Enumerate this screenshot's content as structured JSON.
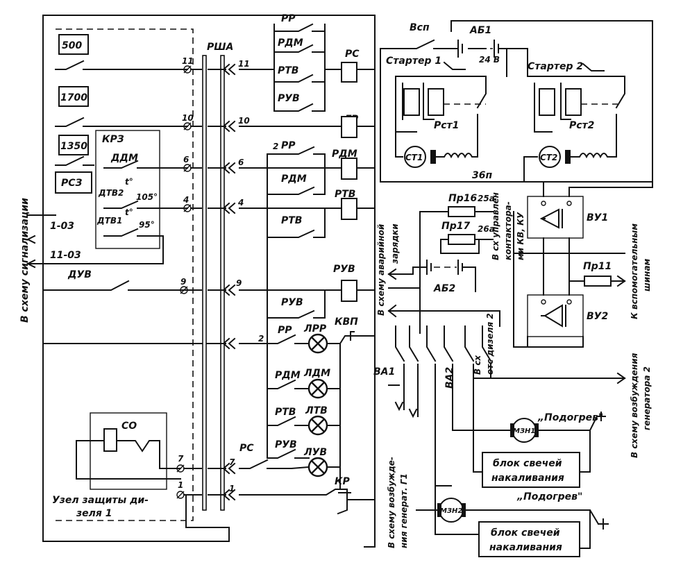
{
  "labels": {
    "s500": "500",
    "s1700": "1700",
    "s1350": "1350",
    "rsz": "РСЗ",
    "krz": "КРЗ",
    "ddm": "ДДМ",
    "dtv2": "ДТВ2",
    "dtv1": "ДТВ1",
    "t1": "t°",
    "t2": "t°",
    "deg105": "105°",
    "deg95": "95°",
    "w103": "1-03",
    "w1103": "11-03",
    "duv": "ДУВ",
    "so": "СО",
    "uzel1": "Узел защиты ди-",
    "uzel2": "зеля 1",
    "rsha": "РША",
    "n11a": "11",
    "n11b": "11",
    "n10a": "10",
    "n10b": "10",
    "n6a": "6",
    "n6b": "6",
    "n4a": "4",
    "n4b": "4",
    "n9a": "9",
    "n9b": "9",
    "n2": "2",
    "n2top": "2",
    "n7a": "7",
    "n7b": "7",
    "n1a": "1",
    "n1b": "1",
    "rr1": "РР",
    "rdm1": "РДМ",
    "rtv1": "РТВ",
    "ruv1": "РУВ",
    "rs1": "РС",
    "gr": "ГР",
    "rr2": "РР",
    "rdm2": "РДМ",
    "rdm_coil": "РДМ",
    "rtv2": "РТВ",
    "rtv_coil": "РТВ",
    "ruv2": "РУВ",
    "ruv_coil": "РУВ",
    "rr3": "РР",
    "rdm3": "РДМ",
    "rtv3": "РТВ",
    "ruv3": "РУВ",
    "rs2": "РС",
    "lrr": "ЛРР",
    "ldm": "ЛДМ",
    "ltv": "ЛТВ",
    "luv": "ЛУВ",
    "kvp": "КВП",
    "kr": "КР",
    "vsp": "Всп",
    "ab1": "АБ1",
    "v24": "24 В",
    "starter1": "Стартер 1",
    "starter2": "Стартер 2",
    "rst1": "Рст1",
    "rst2": "Рст2",
    "st1": "СТ1",
    "st2": "СТ2",
    "b36": "36п",
    "pr16": "Пр16",
    "a25": "25а",
    "pr17": "Пр17",
    "a26": "26а",
    "ab2": "АБ2",
    "vu1": "ВУ1",
    "vu2": "ВУ2",
    "pr11": "Пр11",
    "va1": "ВА1",
    "va2": "ВА2",
    "mzn1": "МЗН1",
    "mzn2": "МЗН2",
    "podogrev1": "„Подогрев\"",
    "podogrev2": "„Подогрев\"",
    "blok1a": "блок свечей",
    "blok1b": "накаливания",
    "blok2a": "блок свечей",
    "blok2b": "накаливания"
  },
  "vertical_labels": {
    "signal": "В схему сигнализации",
    "avar1": "В схему аварийной",
    "avar2": "зарядки",
    "upr1": "В сх управлен",
    "upr2": "контактора-",
    "upr3": "ми КВ, КУ",
    "ots1": "В сх",
    "ots2": "отс дизеля 2",
    "vozb1a": "В схему возбужде-",
    "vozb1b": "ния генерат. Г1",
    "vozb2a": "В схему возбуждения",
    "vozb2b": "генератора 2",
    "aux1": "К вспомогательным",
    "aux2": "шинам"
  }
}
